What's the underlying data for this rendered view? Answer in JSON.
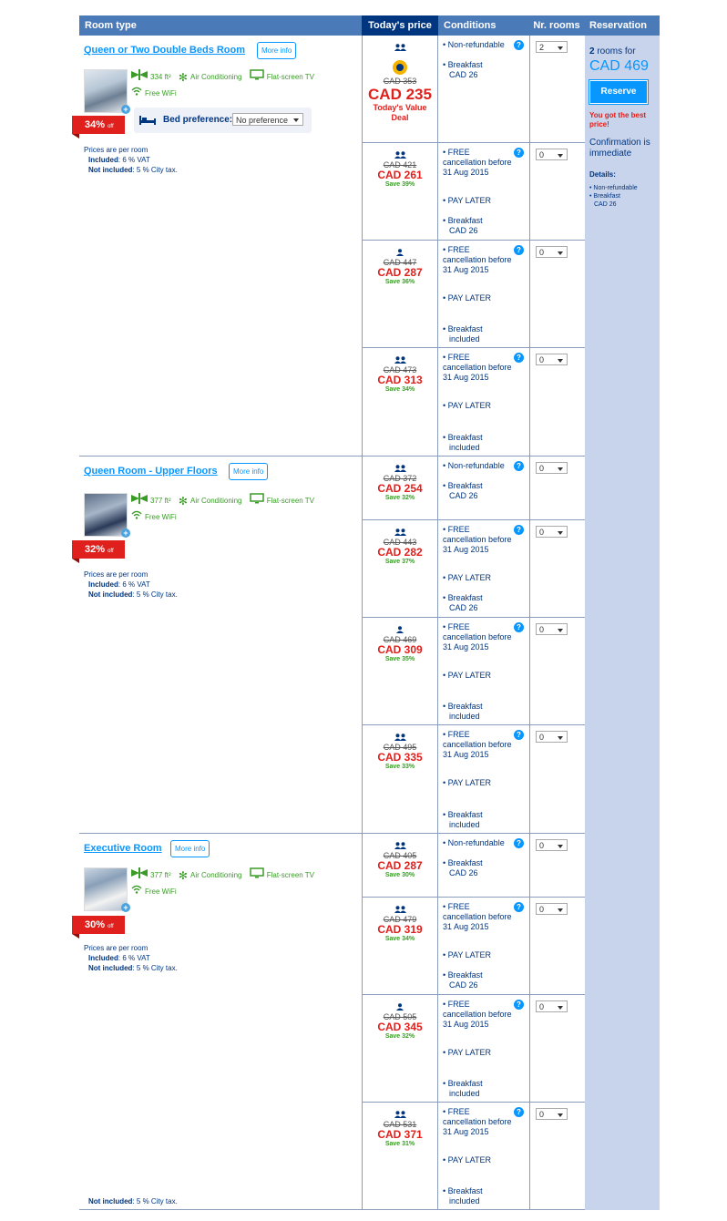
{
  "header": {
    "room_type": "Room type",
    "todays_price": "Today's price",
    "conditions": "Conditions",
    "nr_rooms": "Nr. rooms",
    "reservation": "Reservation"
  },
  "rooms": [
    {
      "title": "Queen or Two Double Beds Room",
      "more_info": "More info",
      "size": "334 ft²",
      "ac": "Air Conditioning",
      "tv": "Flat-screen TV",
      "wifi": "Free WiFi",
      "discount": "34%",
      "off": "off",
      "bed_label": "Bed preference:",
      "bed_value": "No preference",
      "prices_per_room": "Prices are per room",
      "included_label": "Included",
      "included_value": ": 6 % VAT",
      "not_included_label": "Not included",
      "not_included_value": ": 5 % City tax."
    },
    {
      "title": "Queen Room - Upper Floors",
      "more_info": "More info",
      "size": "377 ft²",
      "ac": "Air Conditioning",
      "tv": "Flat-screen TV",
      "wifi": "Free WiFi",
      "discount": "32%",
      "off": "off",
      "prices_per_room": "Prices are per room",
      "included_label": "Included",
      "included_value": ": 6 % VAT",
      "not_included_label": "Not included",
      "not_included_value": ": 5 % City tax."
    },
    {
      "title": "Executive Room",
      "more_info": "More info",
      "size": "377 ft²",
      "ac": "Air Conditioning",
      "tv": "Flat-screen TV",
      "wifi": "Free WiFi",
      "discount": "30%",
      "off": "off",
      "prices_per_room": "Prices are per room",
      "included_label": "Included",
      "included_value": ": 6 % VAT",
      "not_included_label": "Not included",
      "not_included_value": ": 5 % City tax.",
      "footer_not_included_label": "Not included",
      "footer_not_included_value": ": 5 % City tax."
    }
  ],
  "rates": [
    {
      "occ": "2",
      "old": "CAD 353",
      "new": "CAD 235",
      "save": "",
      "deal": "Today's Value Deal",
      "c1": "• Non-refundable",
      "c1_free": false,
      "paylater": "",
      "bf1": "• Breakfast",
      "bf2": "CAD 26",
      "nr": "2"
    },
    {
      "occ": "2",
      "old": "CAD 421",
      "new": "CAD 261",
      "save": "Save 39%",
      "c1": "FREE cancellation before 31 Aug 2015",
      "c1_free": true,
      "paylater": "• PAY LATER",
      "bf1": "• Breakfast",
      "bf2": "CAD 26",
      "nr": "0"
    },
    {
      "occ": "1",
      "old": "CAD 447",
      "new": "CAD 287",
      "save": "Save 36%",
      "c1": "FREE cancellation before 31 Aug 2015",
      "c1_free": true,
      "paylater": "• PAY LATER",
      "bf1": "• Breakfast",
      "bf2": "included",
      "nr": "0"
    },
    {
      "occ": "2",
      "old": "CAD 473",
      "new": "CAD 313",
      "save": "Save 34%",
      "c1": "FREE cancellation before 31 Aug 2015",
      "c1_free": true,
      "paylater": "• PAY LATER",
      "bf1": "• Breakfast",
      "bf2": "included",
      "nr": "0"
    },
    {
      "occ": "2",
      "old": "CAD 372",
      "new": "CAD 254",
      "save": "Save 32%",
      "c1": "• Non-refundable",
      "c1_free": false,
      "paylater": "",
      "bf1": "• Breakfast",
      "bf2": "CAD 26",
      "nr": "0"
    },
    {
      "occ": "2",
      "old": "CAD 443",
      "new": "CAD 282",
      "save": "Save 37%",
      "c1": "FREE cancellation before 31 Aug 2015",
      "c1_free": true,
      "paylater": "• PAY LATER",
      "bf1": "• Breakfast",
      "bf2": "CAD 26",
      "nr": "0"
    },
    {
      "occ": "1",
      "old": "CAD 469",
      "new": "CAD 309",
      "save": "Save 35%",
      "c1": "FREE cancellation before 31 Aug 2015",
      "c1_free": true,
      "paylater": "• PAY LATER",
      "bf1": "• Breakfast",
      "bf2": "included",
      "nr": "0"
    },
    {
      "occ": "2",
      "old": "CAD 495",
      "new": "CAD 335",
      "save": "Save 33%",
      "c1": "FREE cancellation before 31 Aug 2015",
      "c1_free": true,
      "paylater": "• PAY LATER",
      "bf1": "• Breakfast",
      "bf2": "included",
      "nr": "0"
    },
    {
      "occ": "2",
      "old": "CAD 405",
      "new": "CAD 287",
      "save": "Save 30%",
      "c1": "• Non-refundable",
      "c1_free": false,
      "paylater": "",
      "bf1": "• Breakfast",
      "bf2": "CAD 26",
      "nr": "0"
    },
    {
      "occ": "2",
      "old": "CAD 479",
      "new": "CAD 319",
      "save": "Save 34%",
      "c1": "FREE cancellation before 31 Aug 2015",
      "c1_free": true,
      "paylater": "• PAY LATER",
      "bf1": "• Breakfast",
      "bf2": "CAD 26",
      "nr": "0"
    },
    {
      "occ": "1",
      "old": "CAD 505",
      "new": "CAD 345",
      "save": "Save 32%",
      "c1": "FREE cancellation before 31 Aug 2015",
      "c1_free": true,
      "paylater": "• PAY LATER",
      "bf1": "• Breakfast",
      "bf2": "included",
      "nr": "0"
    },
    {
      "occ": "2",
      "old": "CAD 531",
      "new": "CAD 371",
      "save": "Save 31%",
      "c1": "FREE cancellation before 31 Aug 2015",
      "c1_free": true,
      "paylater": "• PAY LATER",
      "bf1": "• Breakfast",
      "bf2": "included",
      "nr": "0"
    }
  ],
  "reservation": {
    "count": "2",
    "rooms_for": " rooms for",
    "total": "CAD 469",
    "button": "Reserve",
    "best_price": "You got the best price!",
    "confirmation": "Confirmation is immediate",
    "details": "Details:",
    "detail_1": "• Non-refundable",
    "detail_2": "• Breakfast",
    "detail_3": "CAD 26"
  },
  "colors": {
    "header_blue": "#4b7ab8",
    "header_dark": "#003580",
    "link_blue": "#0896ff",
    "red": "#e0201c",
    "green": "#3a9b27",
    "reservation_bg": "#c8d4ec"
  }
}
